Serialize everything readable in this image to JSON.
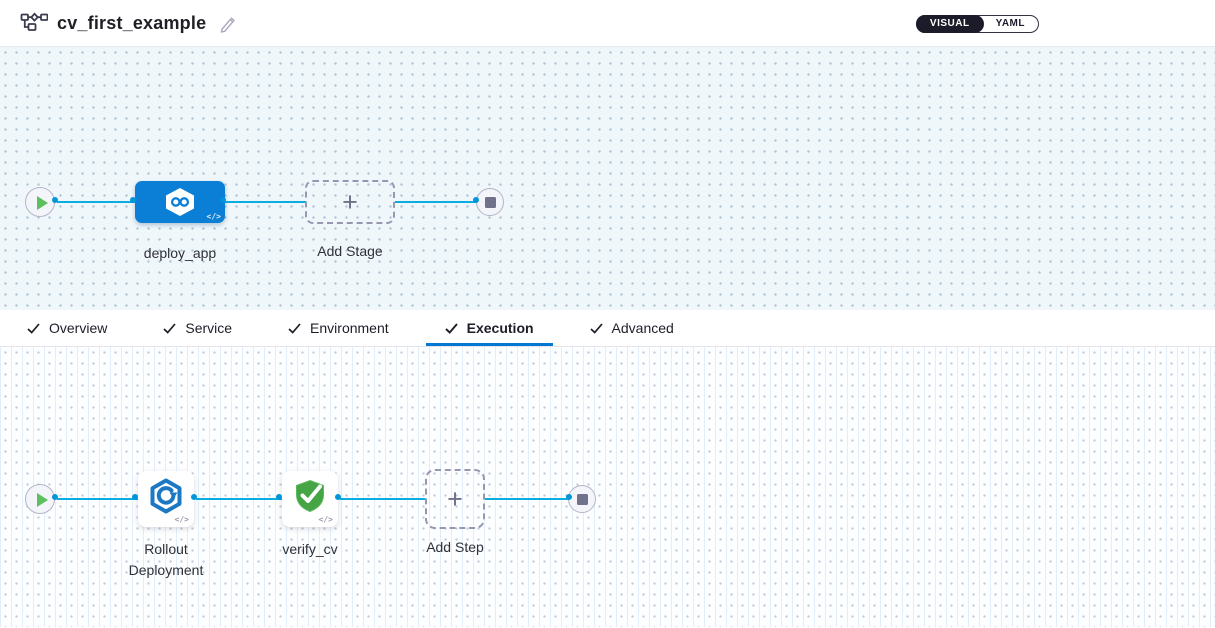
{
  "header": {
    "title": "cv_first_example",
    "toggle": {
      "visual_label": "VISUAL",
      "yaml_label": "YAML",
      "active": "VISUAL"
    }
  },
  "stage_canvas": {
    "stage_name": "deploy_app",
    "add_stage_label": "Add Stage"
  },
  "tabs": {
    "items": [
      {
        "label": "Overview",
        "checked": true
      },
      {
        "label": "Service",
        "checked": true
      },
      {
        "label": "Environment",
        "checked": true
      },
      {
        "label": "Execution",
        "checked": true
      },
      {
        "label": "Advanced",
        "checked": true
      }
    ],
    "active_tab": "Execution"
  },
  "execution_canvas": {
    "step1_name": "Rollout Deployment",
    "step2_name": "verify_cv",
    "add_step_label": "Add Step"
  },
  "icons": {
    "code": "</>",
    "plus": "+"
  },
  "colors": {
    "stage_blue": "#0b7ed6",
    "connector_blue": "#0aade0",
    "port_blue": "#0095d8",
    "play_green": "#5cc05e",
    "shield_green": "#45a545",
    "tab_underline_blue": "#0278d5",
    "toggle_dark": "#1b1b2a"
  }
}
